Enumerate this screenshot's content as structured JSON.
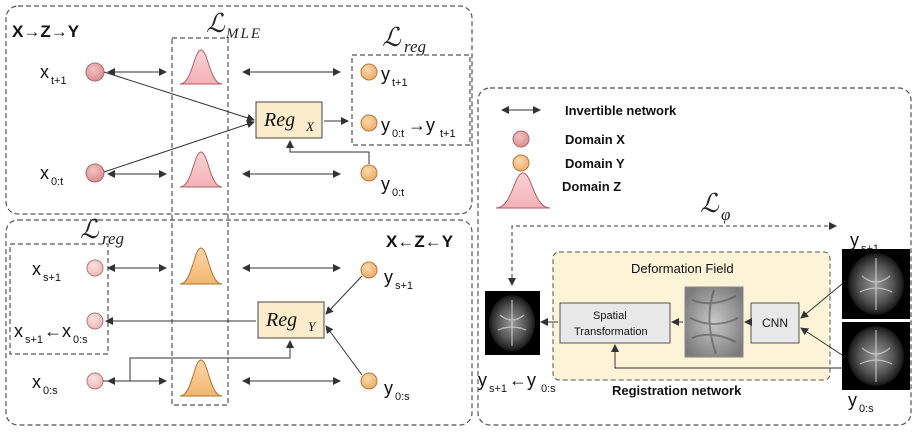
{
  "top_panel": {
    "title": "X→Z→Y",
    "loss_mle": "ℒMLE",
    "loss_reg": "ℒreg",
    "nodes": {
      "x_t1": "xt+1",
      "x_0t": "x0:t",
      "y_t1": "yt+1",
      "y_0t_to_y_t1": "y0:t→yt+1",
      "y_0t": "y0:t"
    },
    "reg_box": "RegX"
  },
  "bottom_panel": {
    "title": "X←Z←Y",
    "loss_reg": "ℒreg",
    "nodes": {
      "x_s1": "xs+1",
      "x_s1_from_x_0s": "xs+1←x0:s",
      "x_0s": "x0:s",
      "y_s1": "ys+1",
      "y_0s": "y0:s"
    },
    "reg_box": "RegY"
  },
  "legend": {
    "items": [
      {
        "label": "Invertible network"
      },
      {
        "label": "Domain X"
      },
      {
        "label": "Domain Y"
      },
      {
        "label": "Domain Z"
      }
    ]
  },
  "registration": {
    "loss_phi": "ℒφ",
    "deformation_field": "Deformation Field",
    "spatial_transformation_line1": "Spatial",
    "spatial_transformation_line2": "Transformation",
    "cnn": "CNN",
    "label": "Registration network",
    "y_s1": "ys+1",
    "y_0s": "y0:s",
    "output": "ys+1←y0:s"
  },
  "colors": {
    "domain_x": "#e8a3a3",
    "domain_y": "#f5c48e",
    "domain_z_top": "#f7c8cb",
    "domain_z_bottom": "#f5c48e",
    "reg_box_fill": "#fbeccb",
    "reg_area_fill": "#fdf3d6"
  }
}
